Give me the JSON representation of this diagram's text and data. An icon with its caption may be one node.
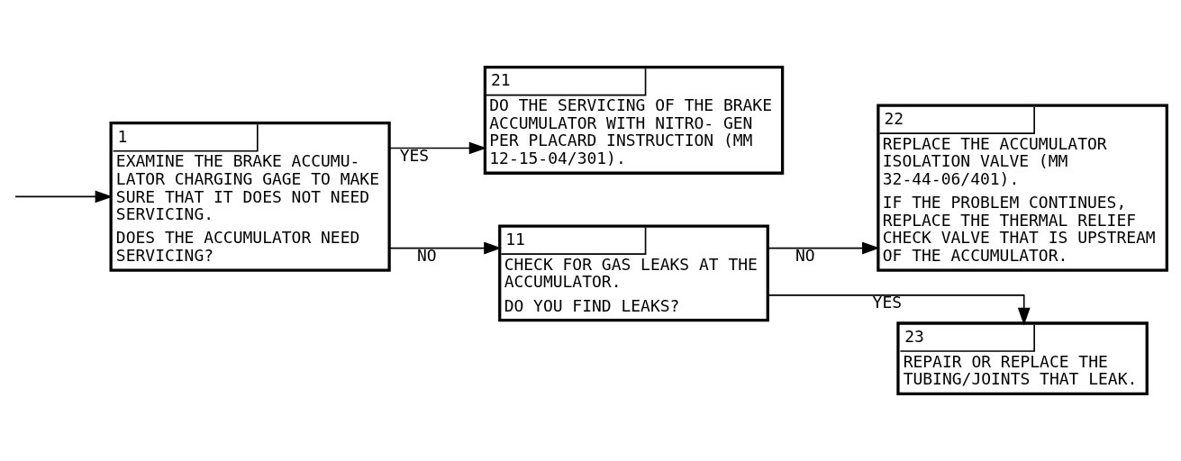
{
  "diagram": {
    "nodes": [
      {
        "text": [
          "1",
          "EXAMINE THE BRAKE ACCUMU- LATOR CHARGING GAGE TO MAKE SURE THAT IT DOES NOT NEED SERVICING.",
          "DOES THE ACCUMULATOR NEED SERVICING?"
        ]
      },
      {
        "text": [
          "21",
          "DO THE SERVICING OF THE BRAKE ACCUMULATOR WITH NITRO- GEN PER PLACARD INSTRUCTION (MM 12-15-04/301)."
        ]
      },
      {
        "text": [
          "11",
          "CHECK FOR GAS LEAKS AT THE ACCUMULATOR.",
          "DO YOU FIND LEAKS?"
        ]
      },
      {
        "text": [
          "22",
          "REPLACE THE ACCUMULATOR ISOLATION VALVE (MM 32-44-06/401).",
          "IF THE PROBLEM CONTINUES, REPLACE THE THERMAL RELIEF CHECK VALVE THAT IS UPSTREAM OF THE ACCUMULATOR."
        ]
      },
      {
        "text": [
          "23",
          "REPAIR OR REPLACE THE TUBING/JOINTS THAT LEAK."
        ]
      }
    ],
    "edges": [
      {
        "from": null,
        "to": 0,
        "arrow": "to"
      },
      {
        "from": 0,
        "to": 1,
        "arrow": "to",
        "label": "YES"
      },
      {
        "from": 0,
        "to": 2,
        "arrow": "to",
        "label": "NO"
      },
      {
        "from": 2,
        "to": 3,
        "arrow": "to",
        "label": "NO"
      },
      {
        "from": 2,
        "to": 4,
        "arrow": "to",
        "label": "YES"
      }
    ]
  }
}
